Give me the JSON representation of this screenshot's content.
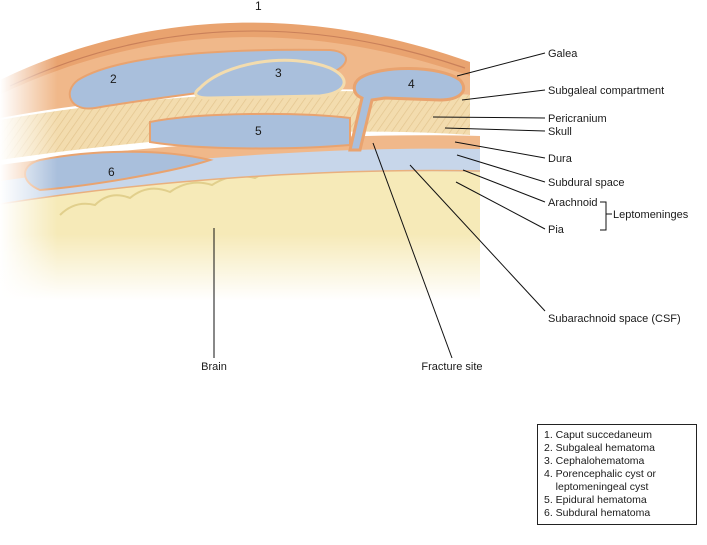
{
  "case_numbers": [
    "1",
    "2",
    "3",
    "4",
    "5",
    "6"
  ],
  "layer_labels": {
    "galea": "Galea",
    "subgaleal_compartment": "Subgaleal compartment",
    "pericranium": "Pericranium",
    "skull": "Skull",
    "dura": "Dura",
    "subdural_space": "Subdural space",
    "arachnoid": "Arachnoid",
    "pia": "Pia",
    "leptomeninges": "Leptomeninges",
    "subarachnoid_space": "Subarachnoid space (CSF)",
    "brain": "Brain",
    "fracture_site": "Fracture site"
  },
  "legend": [
    "1. Caput succedaneum",
    "2. Subgaleal hematoma",
    "3. Cephalohematoma",
    "4. Porencephalic cyst or",
    "    leptomeningeal cyst",
    "5. Epidural hematoma",
    "6. Subdural hematoma"
  ],
  "colors": {
    "skin": "#e9a36f",
    "galea": "#f0b88a",
    "skull": "#f3dcae",
    "hematoma": "#a9bfdc",
    "brain": "#f6eab8",
    "csf": "#c7d6ea"
  }
}
